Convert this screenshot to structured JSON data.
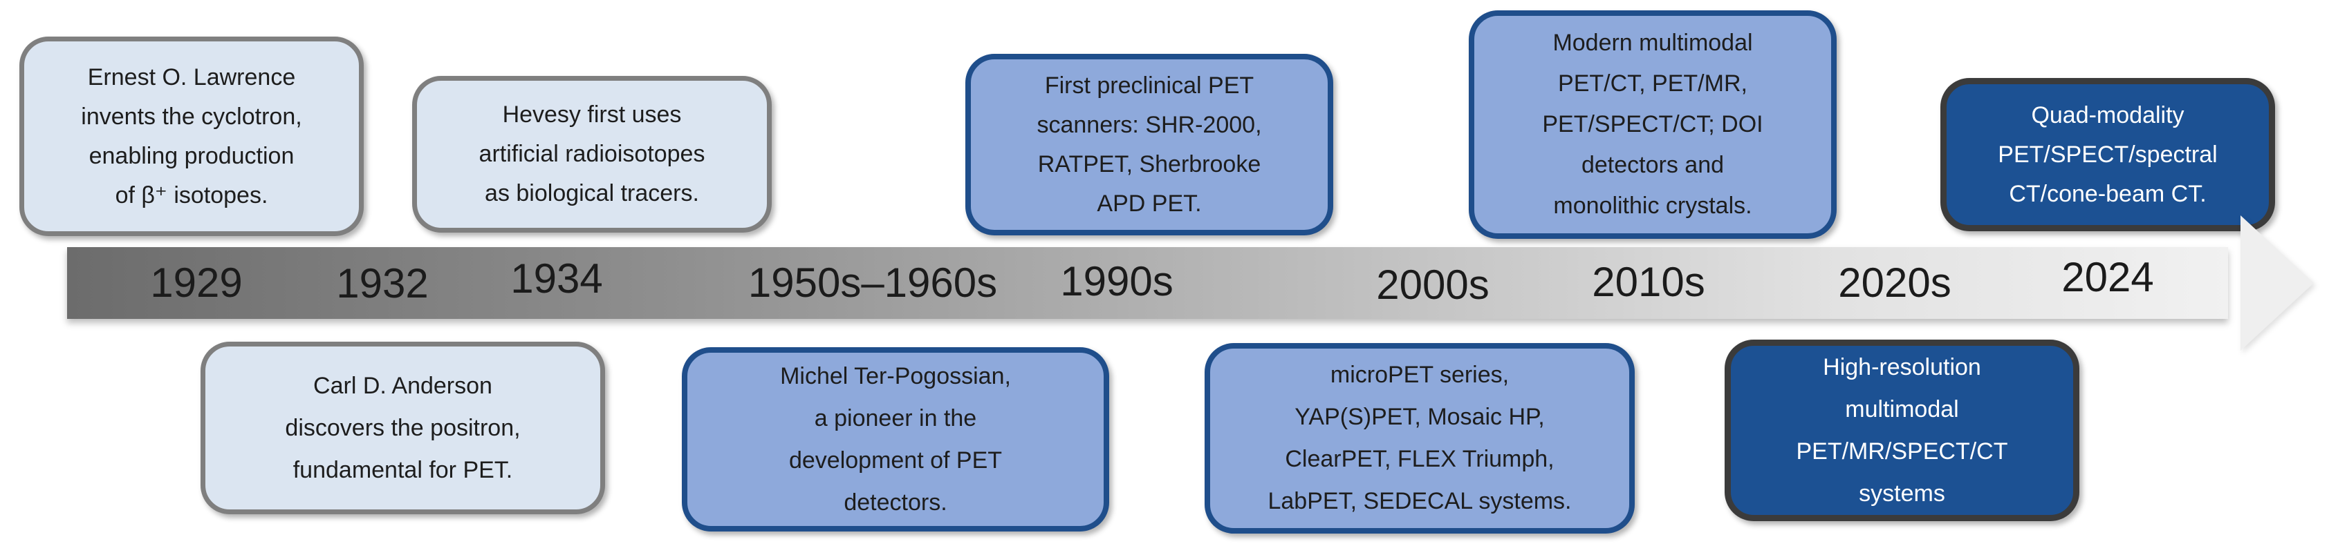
{
  "palette": {
    "light_box_fill": "#dbe5f1",
    "light_box_border": "#7f7f7f",
    "medium_box_fill": "#8ea9db",
    "medium_box_border": "#1f4e8b",
    "dark_box_fill": "#1c5193",
    "dark_box_border": "#3b3b3b",
    "box_text_dark": "#1d1d1d",
    "box_text_light": "#ffffff",
    "timeline_gradient_start": "#6c6c6c",
    "timeline_gradient_end": "#f1f1f1",
    "year_text": "#1b1b1b"
  },
  "timeline": {
    "years": [
      "1929",
      "1932",
      "1934",
      "1950s–1960s",
      "1990s",
      "2000s",
      "2010s",
      "2020s",
      "2024"
    ],
    "arrowhead_icon": "right-arrowhead"
  },
  "events_top": [
    {
      "text": "Ernest O. Lawrence\ninvents the cyclotron,\nenabling production\nof β⁺ isotopes."
    },
    {
      "text": "Hevesy first uses\nartificial radioisotopes\nas biological tracers."
    },
    {
      "text": "First preclinical PET\nscanners: SHR-2000,\nRATPET, Sherbrooke\nAPD PET."
    },
    {
      "text": "Modern multimodal\nPET/CT, PET/MR,\nPET/SPECT/CT; DOI\ndetectors and\nmonolithic crystals."
    },
    {
      "text": "Quad-modality\nPET/SPECT/spectral\nCT/cone-beam CT."
    }
  ],
  "events_bottom": [
    {
      "text": "Carl D. Anderson\ndiscovers the positron,\nfundamental for PET."
    },
    {
      "text": "Michel Ter-Pogossian,\na pioneer in the\ndevelopment of PET\ndetectors."
    },
    {
      "text": "microPET series,\nYAP(S)PET, Mosaic HP,\nClearPET, FLEX Triumph,\nLabPET, SEDECAL systems."
    },
    {
      "text": "High-resolution\nmultimodal\nPET/MR/SPECT/CT\nsystems"
    }
  ]
}
